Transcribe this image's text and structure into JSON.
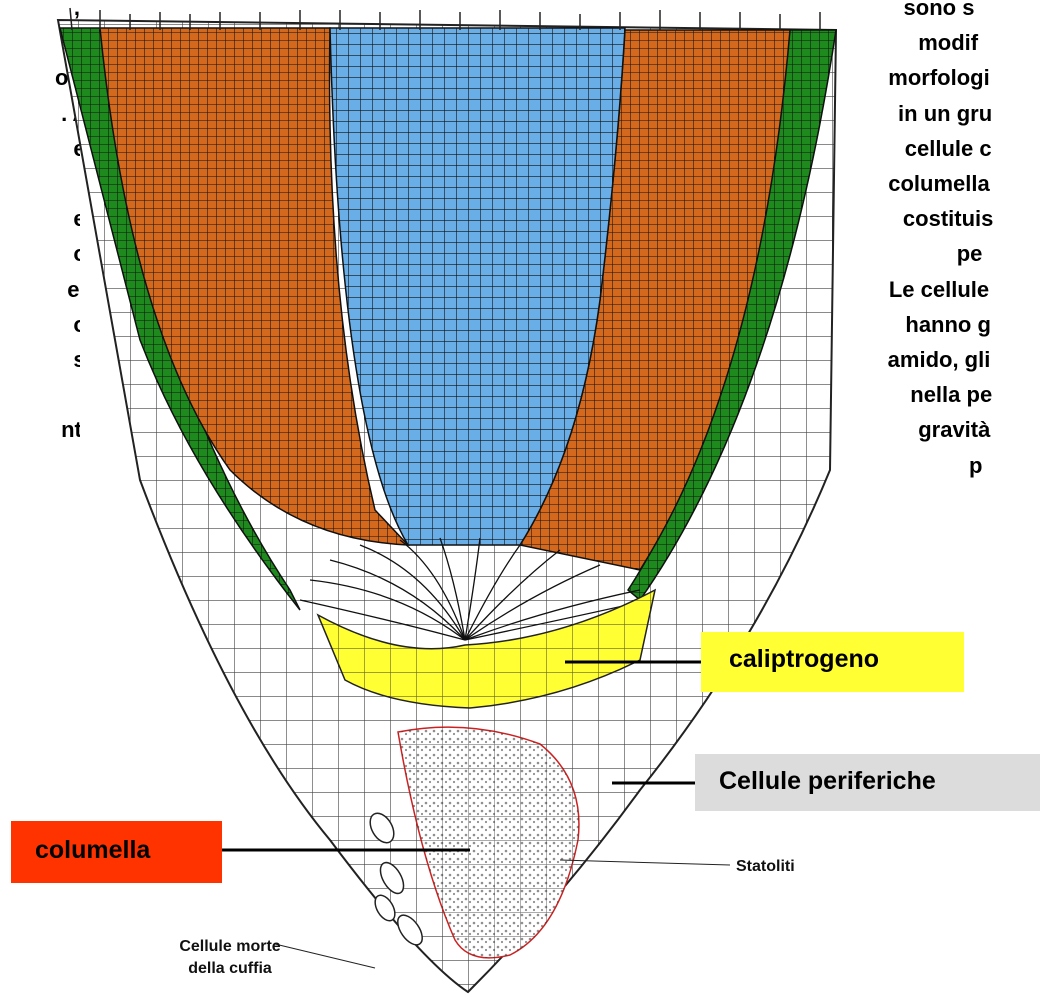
{
  "left_text": "          ,\n\n         o le\n          . A\n            e\n\n            e\n            o\n           ei\n            o\n            si\n\n          nte",
  "right_text": "sono s\n   modif\nmorfologi\n  in un gru\n   cellule c\ncolumella\n   costituis\n          pe\nLe cellule\n   hanno g\namido, gli\n    nella pe\n     gravità\n            p",
  "labels": {
    "caliptrogeno": "caliptrogeno",
    "periferiche": "Cellule periferiche",
    "columella": "columella",
    "statoliti": "Statoliti",
    "cellule_morte": "Cellule morte\ndella cuffia"
  },
  "colors": {
    "epidermis": "#1e8a1e",
    "cortex": "#d4691e",
    "stele": "#6aaee8",
    "caliptrogeno": "#ffff33",
    "columella_box": "#ff3300",
    "periferiche_box": "#dcdcdc",
    "columella_outline": "#cc2222"
  }
}
